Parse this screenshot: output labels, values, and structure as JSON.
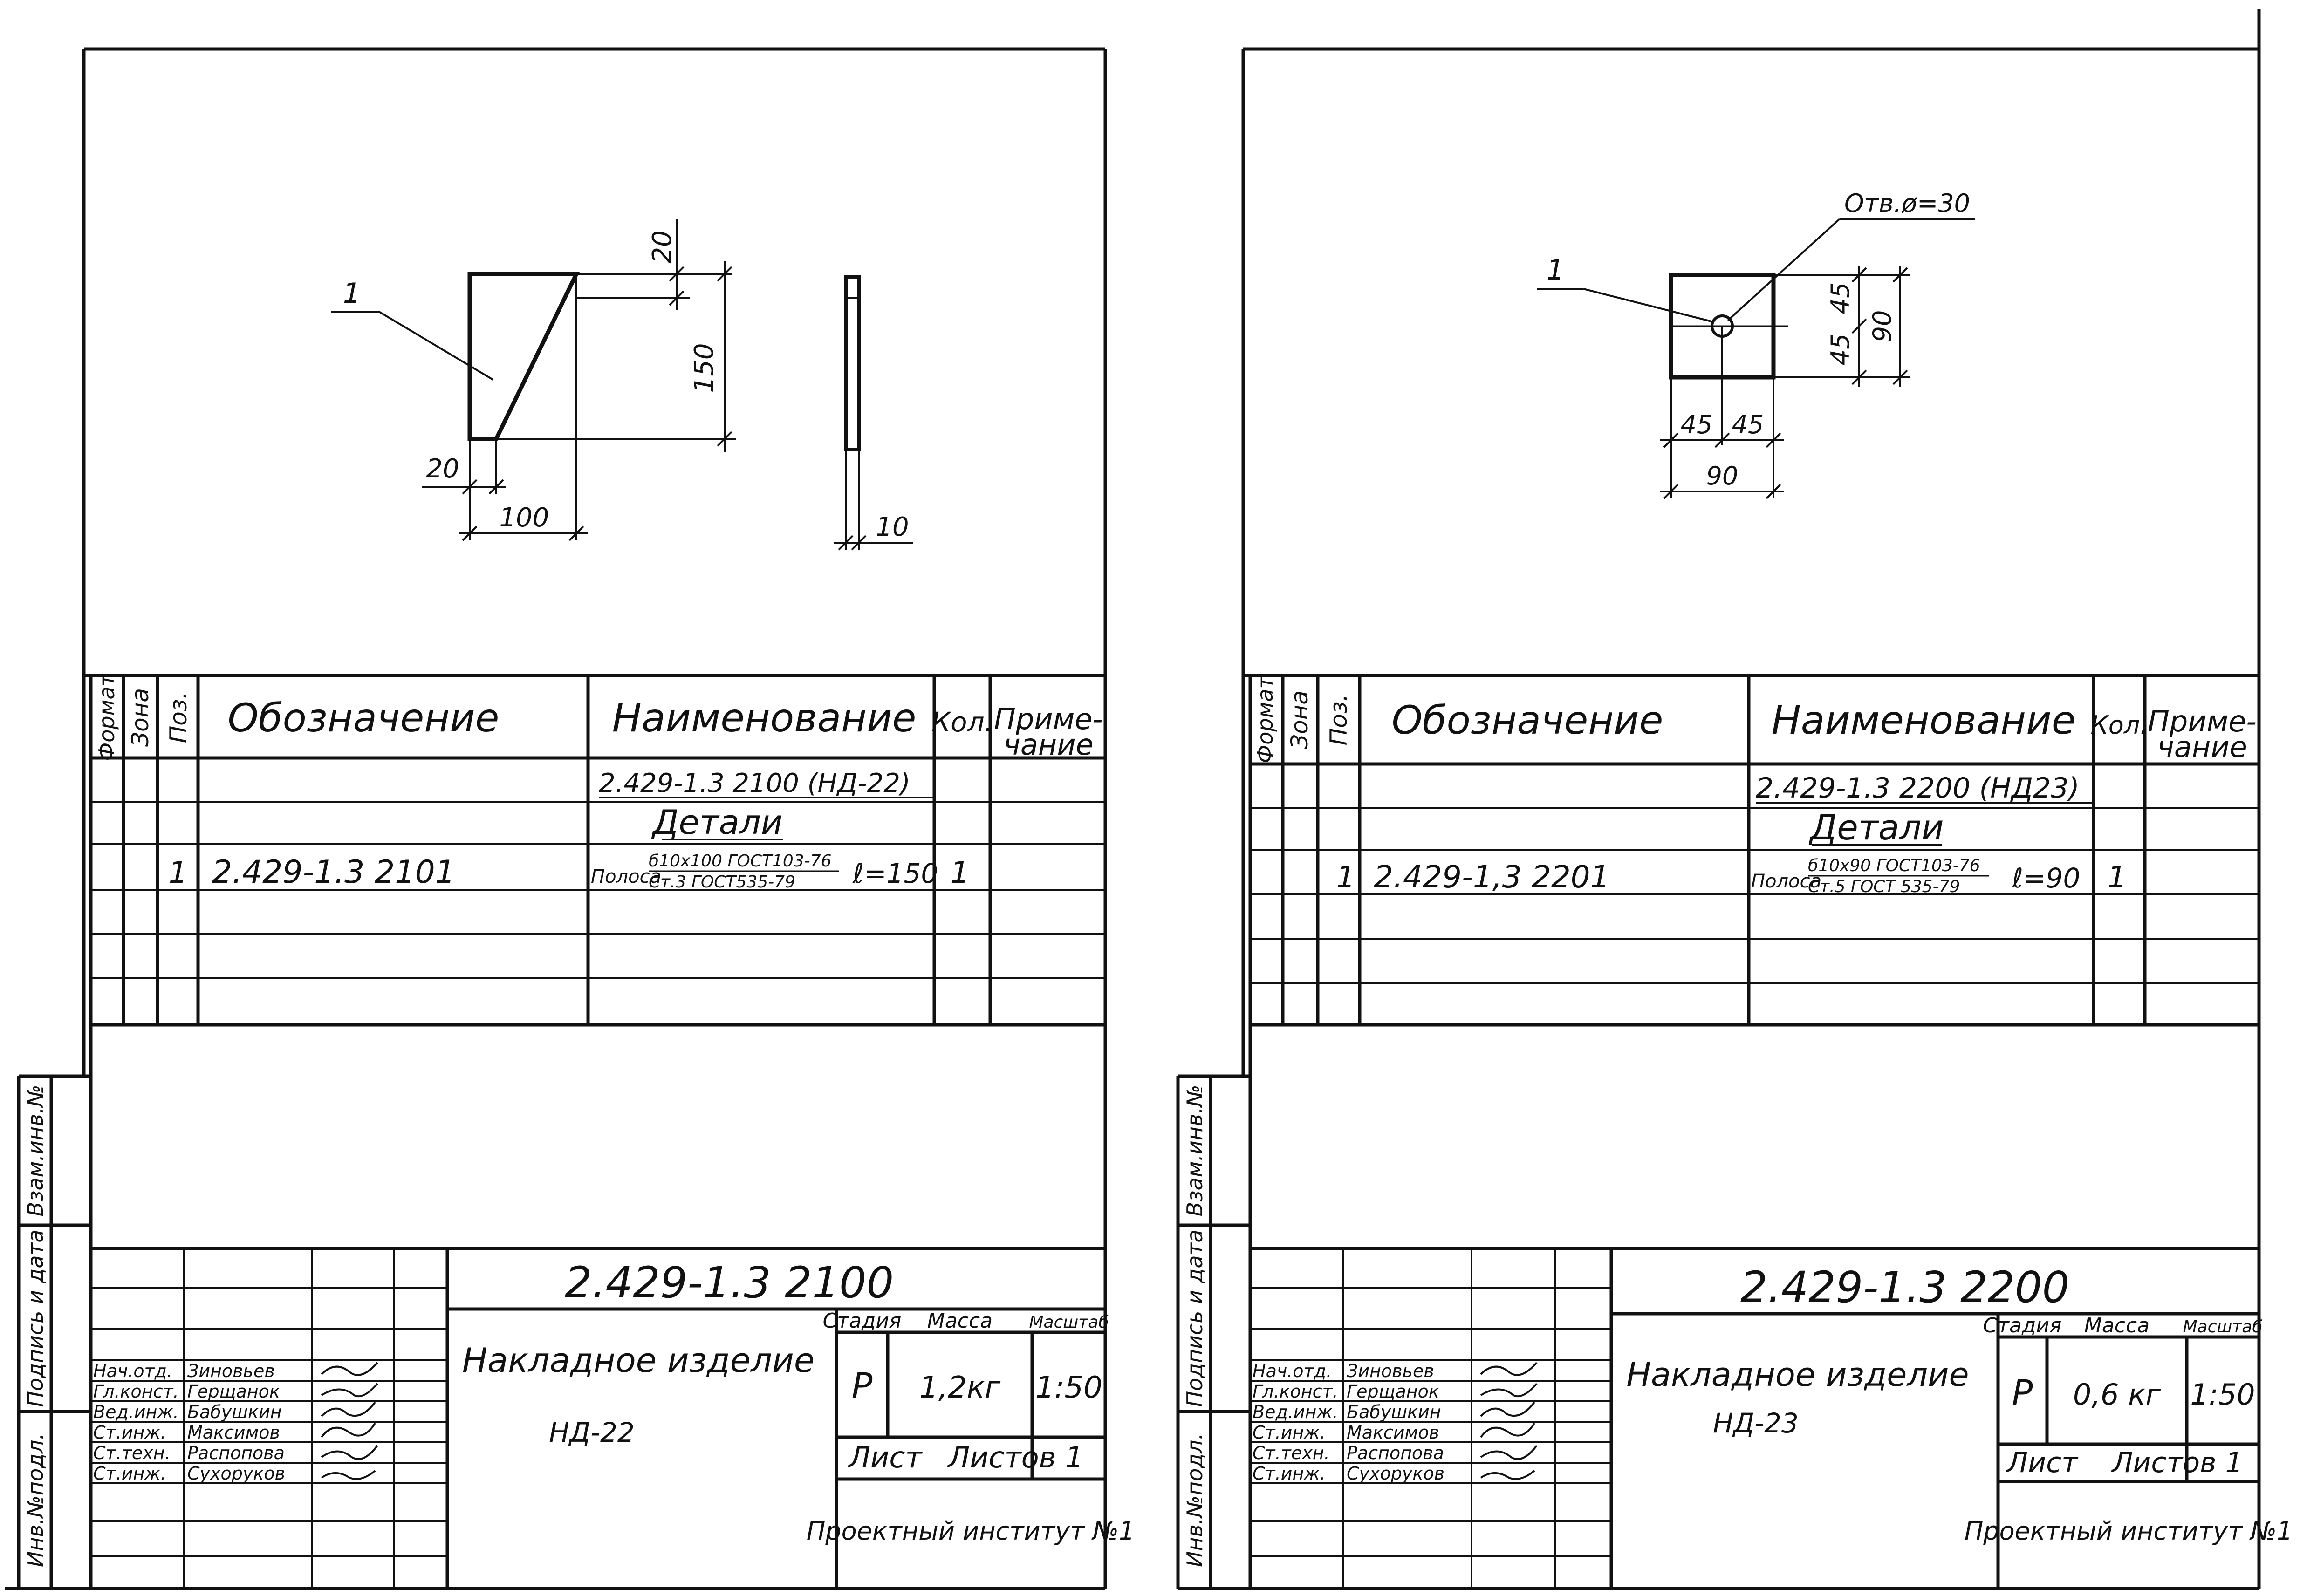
{
  "sheets": [
    {
      "drawing": {
        "callout": "1",
        "dim_top": "20",
        "dim_height": "150",
        "dim_left": "20",
        "dim_width": "100",
        "dim_thickness": "10"
      },
      "spec_table": {
        "headers": {
          "format": "Формат",
          "zone": "Зона",
          "pos": "Поз.",
          "designation": "Обозначение",
          "name": "Наименование",
          "qty": "Кол.",
          "note_line1": "Приме-",
          "note_line2": "чание"
        },
        "doc_ref": "2.429-1.3 2100 (НД-22)",
        "section": "Детали",
        "row": {
          "pos": "1",
          "designation": "2.429-1.3 2101",
          "name_prefix": "Полоса",
          "name_top": "б10х100 ГОСТ103-76",
          "name_bottom": "Ст.3 ГОСТ535-79",
          "length": "ℓ=150",
          "qty": "1"
        }
      },
      "side_stamp": {
        "vzam": "Взам.инв.№",
        "podpis": "Подпись и дата",
        "inv": "Инв.№подл."
      },
      "title_block": {
        "doc_number": "2.429-1.3 2100",
        "name_line1": "Накладное изделие",
        "name_line2": "НД-22",
        "stage_label": "Стадия",
        "mass_label": "Масса",
        "scale_label": "Масштаб",
        "stage": "Р",
        "mass": "1,2кг",
        "scale": "1:50",
        "sheet_label": "Лист",
        "sheets_label": "Листов 1",
        "org": "Проектный институт №1",
        "staff": [
          {
            "role": "Нач.отд.",
            "name": "Зиновьев"
          },
          {
            "role": "Гл.конст.",
            "name": "Герщанок"
          },
          {
            "role": "Вед.инж.",
            "name": "Бабушкин"
          },
          {
            "role": "Ст.инж.",
            "name": "Максимов"
          },
          {
            "role": "Ст.техн.",
            "name": "Распопова"
          },
          {
            "role": "Ст.инж.",
            "name": "Сухоруков"
          }
        ]
      }
    },
    {
      "drawing": {
        "callout": "1",
        "hole_label": "Отв.ø=30",
        "dim_h1": "45",
        "dim_h2": "45",
        "dim_h_total": "90",
        "dim_v1": "45",
        "dim_v2": "45",
        "dim_v_total": "90"
      },
      "spec_table": {
        "headers": {
          "format": "Формат",
          "zone": "Зона",
          "pos": "Поз.",
          "designation": "Обозначение",
          "name": "Наименование",
          "qty": "Кол.",
          "note_line1": "Приме-",
          "note_line2": "чание"
        },
        "doc_ref": "2.429-1.3 2200 (НД23)",
        "section": "Детали",
        "row": {
          "pos": "1",
          "designation": "2.429-1,3 2201",
          "name_prefix": "Полоса",
          "name_top": "б10х90 ГОСТ103-76",
          "name_bottom": "Ст.5 ГОСТ 535-79",
          "length": "ℓ=90",
          "qty": "1"
        }
      },
      "side_stamp": {
        "vzam": "Взам.инв.№",
        "podpis": "Подпись и дата",
        "inv": "Инв.№подл."
      },
      "title_block": {
        "doc_number": "2.429-1.3 2200",
        "name_line1": "Накладное изделие",
        "name_line2": "НД-23",
        "stage_label": "Стадия",
        "mass_label": "Масса",
        "scale_label": "Масштаб",
        "stage": "Р",
        "mass": "0,6 кг",
        "scale": "1:50",
        "sheet_label": "Лист",
        "sheets_label": "Листов 1",
        "org": "Проектный институт №1",
        "staff": [
          {
            "role": "Нач.отд.",
            "name": "Зиновьев"
          },
          {
            "role": "Гл.конст.",
            "name": "Герщанок"
          },
          {
            "role": "Вед.инж.",
            "name": "Бабушкин"
          },
          {
            "role": "Ст.инж.",
            "name": "Максимов"
          },
          {
            "role": "Ст.техн.",
            "name": "Распопова"
          },
          {
            "role": "Ст.инж.",
            "name": "Сухоруков"
          }
        ]
      }
    }
  ]
}
